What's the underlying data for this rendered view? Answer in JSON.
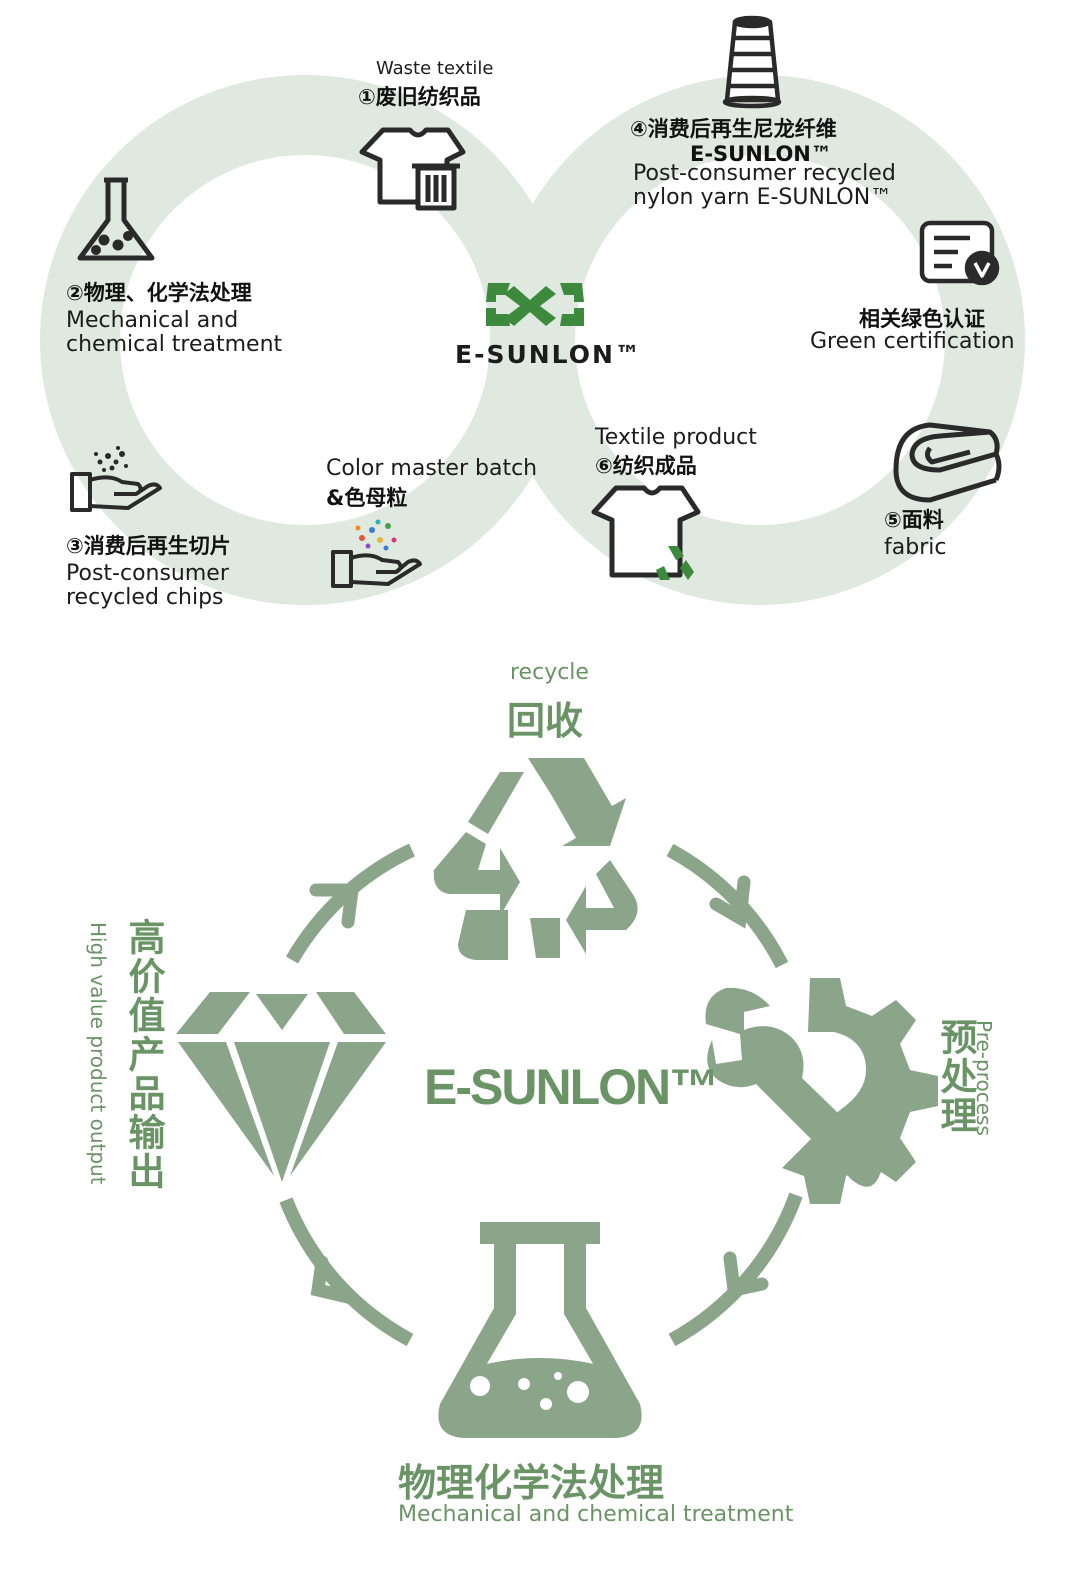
{
  "colors": {
    "loop": "#dfe9e0",
    "icon_dark": "#2a2a2a",
    "accent_green": "#6a9466",
    "cycle_gray": "#8aa58a",
    "logo_green": "#3d8a3f"
  },
  "infinity": {
    "brand": "E-SUNLON™",
    "steps": [
      {
        "zh": "①废旧纺织品",
        "en": "Waste textile",
        "icon": "tshirt-trash-icon"
      },
      {
        "zh": "②物理、化学法处理",
        "en": "Mechanical and chemical treatment",
        "en_line1": "Mechanical and",
        "en_line2": "chemical treatment",
        "icon": "flask-icon"
      },
      {
        "zh": "③消费后再生切片",
        "en": "Post-consumer recycled chips",
        "en_line1": "Post-consumer",
        "en_line2": "recycled chips",
        "icon": "hand-chips-icon"
      },
      {
        "zh": "&色母粒",
        "en": "Color master batch",
        "icon": "hand-colors-icon"
      },
      {
        "zh": "④消费后再生尼龙纤维",
        "zh_line2": "E-SUNLON™",
        "en": "Post-consumer recycled nylon yarn E-SUNLON™",
        "en_line1": "Post-consumer recycled",
        "en_line2": "nylon yarn E-SUNLON™",
        "icon": "yarn-spool-icon"
      },
      {
        "zh": "相关绿色认证",
        "en": "Green certification",
        "icon": "certificate-icon"
      },
      {
        "zh": "⑤面料",
        "en": "fabric",
        "icon": "fabric-roll-icon"
      },
      {
        "zh": "⑥纺织成品",
        "en": "Textile product",
        "icon": "tshirt-recycle-icon"
      }
    ]
  },
  "cycle": {
    "brand": "E-SUNLON™",
    "stages": [
      {
        "zh": "回收",
        "en": "recycle",
        "icon": "recycle-icon"
      },
      {
        "zh": "预处理",
        "en": "Pre-process",
        "icon": "wrench-gear-icon"
      },
      {
        "zh": "物理化学法处理",
        "en": "Mechanical and chemical treatment",
        "icon": "flask-icon"
      },
      {
        "zh": "高价值产品输出",
        "en": "High value product output",
        "icon": "diamond-icon"
      }
    ]
  }
}
